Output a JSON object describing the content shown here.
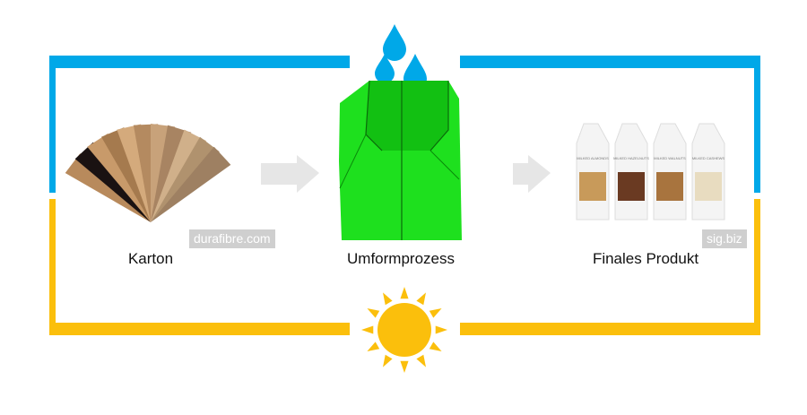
{
  "colors": {
    "water": "#00a8e8",
    "sun": "#fbbf0c",
    "arrow": "#e6e6e6",
    "carton": "#18e018"
  },
  "steps": [
    {
      "label": "Karton",
      "credit": "durafibre.com"
    },
    {
      "label": "Umformprozess"
    },
    {
      "label": "Finales Produkt",
      "credit": "sig.biz"
    }
  ],
  "products": [
    "MILKED ALMONDS",
    "MILKED HAZELNUTS",
    "MILKED WALNUTS",
    "MILKED CASHEWS"
  ]
}
